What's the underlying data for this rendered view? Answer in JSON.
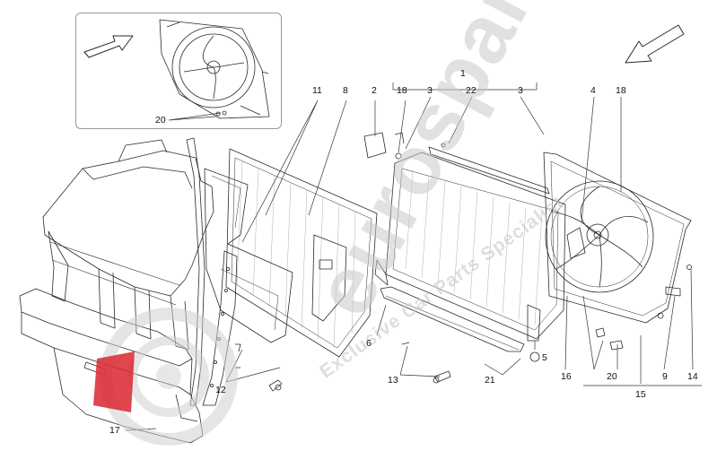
{
  "watermark": {
    "brand_text": "eurospares",
    "tagline": "Exclusive Car Parts Specialist",
    "logo_color": "#d9262f",
    "wheel_color": "#cfcfcf"
  },
  "callouts": {
    "c1": "1",
    "c2": "2",
    "c3a": "3",
    "c3b": "3",
    "c4": "4",
    "c5": "5",
    "c6": "6",
    "c8": "8",
    "c9": "9",
    "c11": "11",
    "c12": "12",
    "c13": "13",
    "c14": "14",
    "c15": "15",
    "c16": "16",
    "c17": "17",
    "c18a": "18",
    "c18b": "18",
    "c20a": "20",
    "c20b": "20",
    "c21": "21",
    "c22": "22"
  },
  "icons": {
    "inset_arrow": "direction-arrow-icon",
    "main_arrow": "direction-arrow-icon"
  },
  "colors": {
    "line": "#2a2a2a",
    "inset_border": "#9a9a9a"
  }
}
